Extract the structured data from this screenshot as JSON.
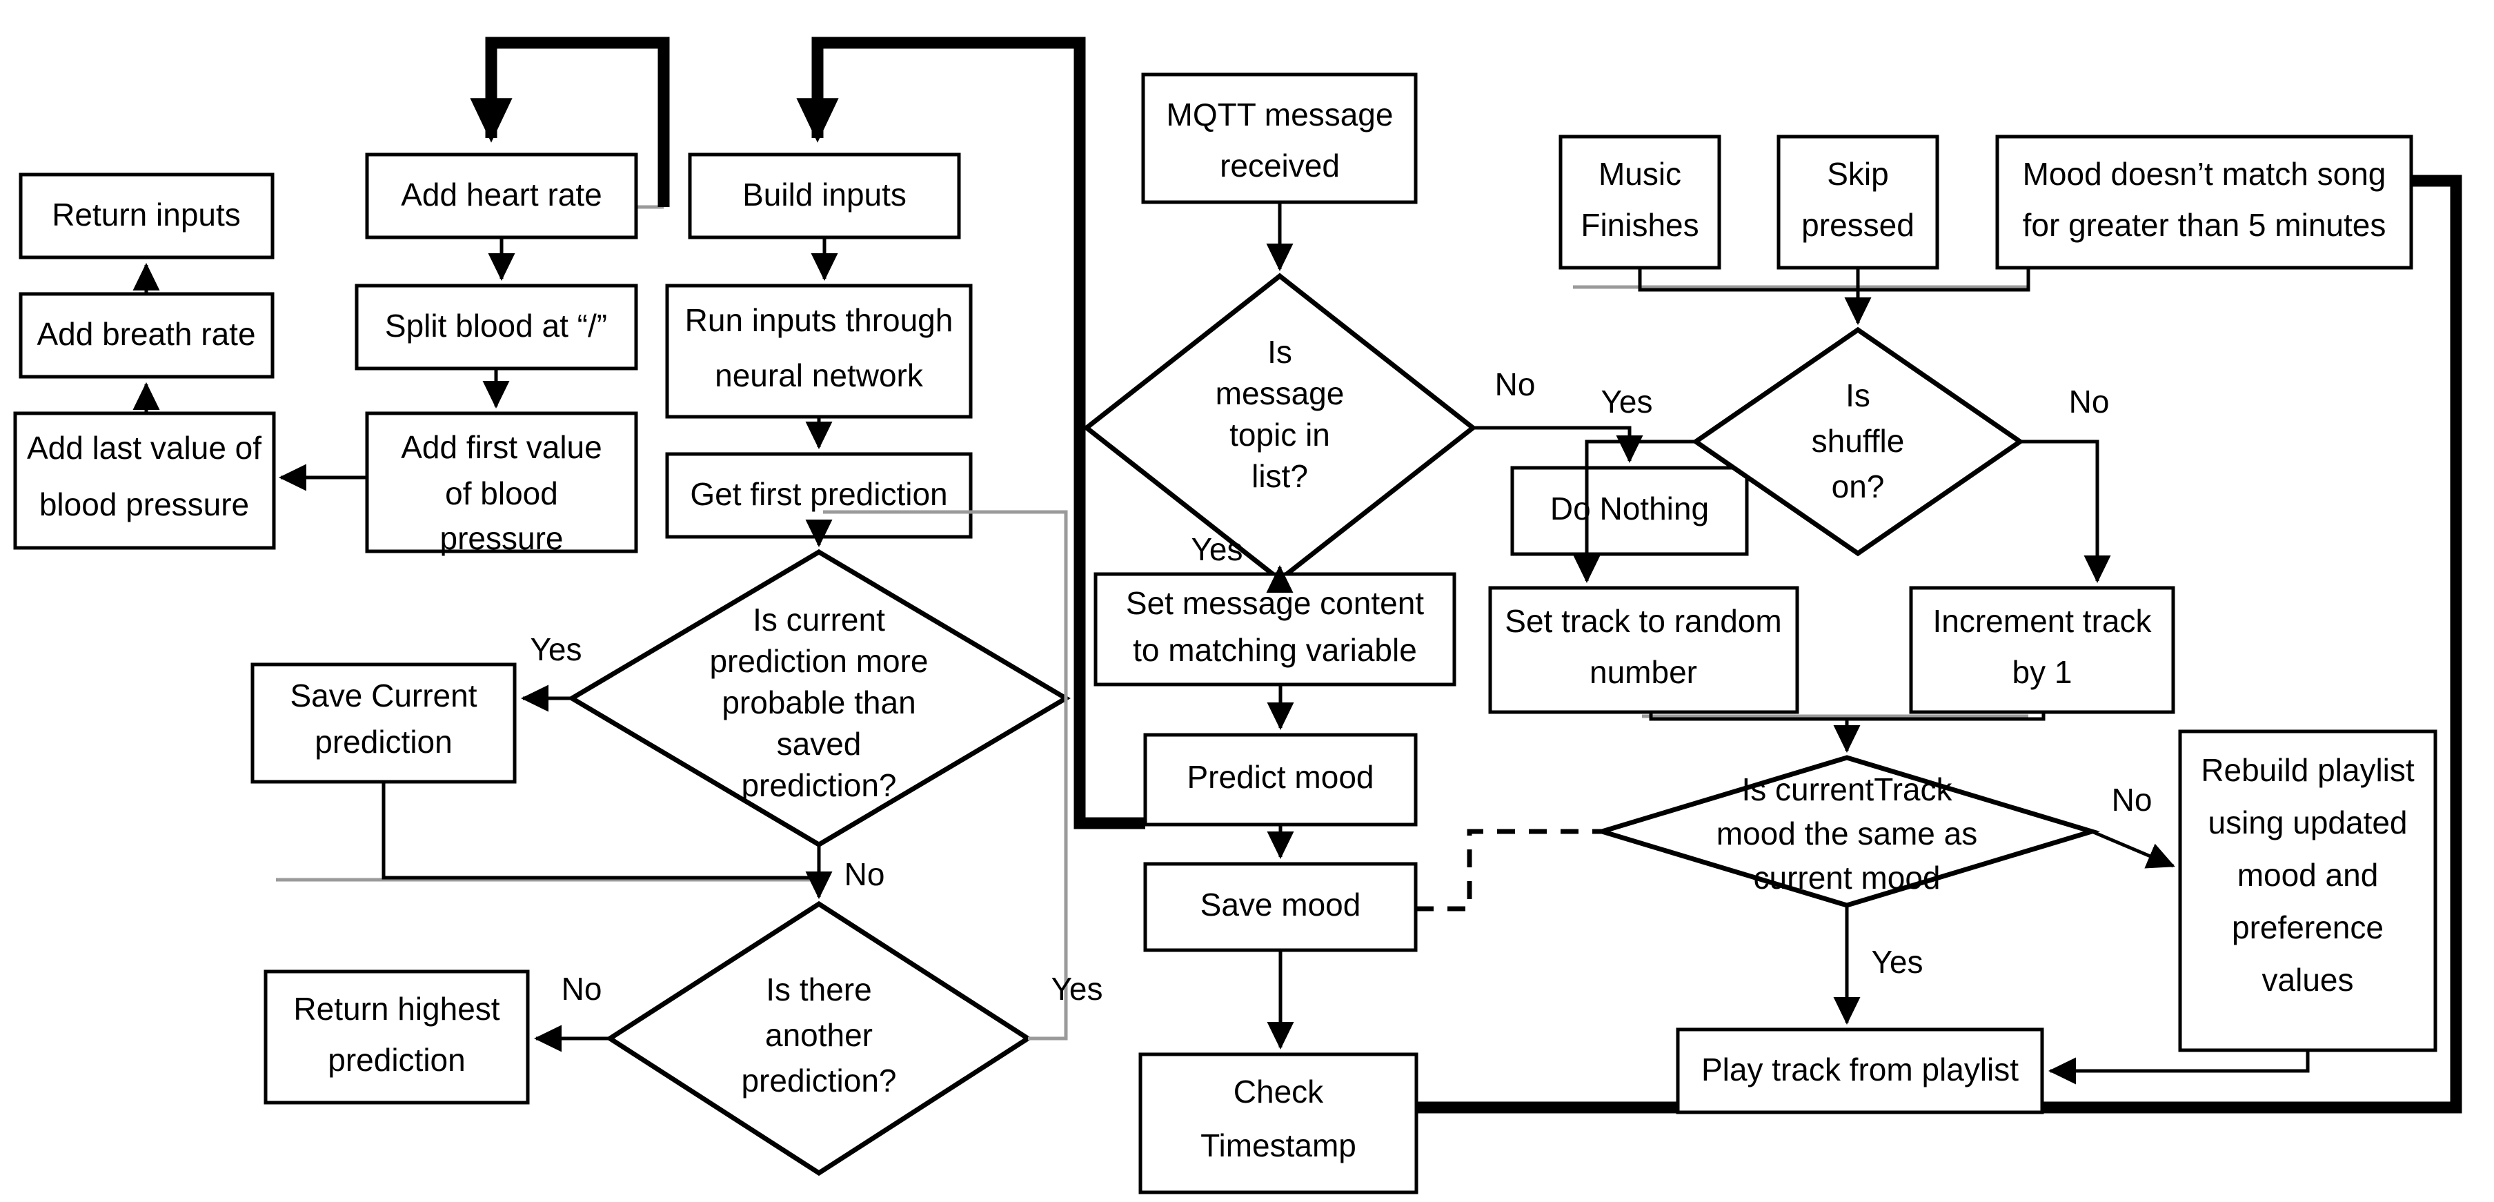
{
  "diagram": {
    "title": "Mood-based music player flowchart",
    "background_color": "#ffffff",
    "line_color": "#000000",
    "shadow_color": "#9a9a9a"
  },
  "nodes": {
    "return_inputs": "Return inputs",
    "add_breath_rate": "Add breath rate",
    "add_last_value_bp_l1": "Add last value of",
    "add_last_value_bp_l2": "blood pressure",
    "add_heart_rate": "Add heart rate",
    "split_blood": "Split blood at “/”",
    "add_first_value_l1": "Add first value",
    "add_first_value_l2": "of blood",
    "add_first_value_l3": "pressure",
    "build_inputs": "Build inputs",
    "run_inputs_l1": "Run inputs through",
    "run_inputs_l2": "neural network",
    "get_first_prediction": "Get first prediction",
    "save_current_l1": "Save Current",
    "save_current_l2": "prediction",
    "return_highest_l1": "Return highest",
    "return_highest_l2": "prediction",
    "is_current_pred_l1": "Is current",
    "is_current_pred_l2": "prediction more",
    "is_current_pred_l3": "probable than",
    "is_current_pred_l4": "saved",
    "is_current_pred_l5": "prediction?",
    "is_there_another_l1": "Is there",
    "is_there_another_l2": "another",
    "is_there_another_l3": "prediction?",
    "mqtt_received_l1": "MQTT message",
    "mqtt_received_l2": "received",
    "is_message_topic_l1": "Is",
    "is_message_topic_l2": "message",
    "is_message_topic_l3": "topic in",
    "is_message_topic_l4": "list?",
    "do_nothing": "Do Nothing",
    "set_message_content_l1": "Set message content",
    "set_message_content_l2": "to matching variable",
    "predict_mood": "Predict mood",
    "save_mood": "Save mood",
    "check_timestamp_l1": "Check",
    "check_timestamp_l2": "Timestamp",
    "music_finishes_l1": "Music",
    "music_finishes_l2": "Finishes",
    "skip_pressed_l1": "Skip",
    "skip_pressed_l2": "pressed",
    "mood_mismatch_l1": "Mood doesn’t match song",
    "mood_mismatch_l2": "for greater than 5 minutes",
    "is_shuffle_l1": "Is",
    "is_shuffle_l2": "shuffle",
    "is_shuffle_l3": "on?",
    "set_track_random_l1": "Set track to random",
    "set_track_random_l2": "number",
    "increment_track_l1": "Increment track",
    "increment_track_l2": "by 1",
    "is_currenttrack_l1": "Is currentTrack",
    "is_currenttrack_l2": "mood the same as",
    "is_currenttrack_l3": "current mood",
    "rebuild_playlist_l1": "Rebuild playlist",
    "rebuild_playlist_l2": "using updated",
    "rebuild_playlist_l3": "mood and",
    "rebuild_playlist_l4": "preference",
    "rebuild_playlist_l5": "values",
    "play_track": "Play track from playlist"
  },
  "edge_labels": {
    "pred_yes": "Yes",
    "pred_no": "No",
    "another_no": "No",
    "another_yes": "Yes",
    "topic_no": "No",
    "topic_yes": "Yes",
    "shuffle_yes": "Yes",
    "shuffle_no": "No",
    "currenttrack_no": "No",
    "currenttrack_yes": "Yes"
  }
}
